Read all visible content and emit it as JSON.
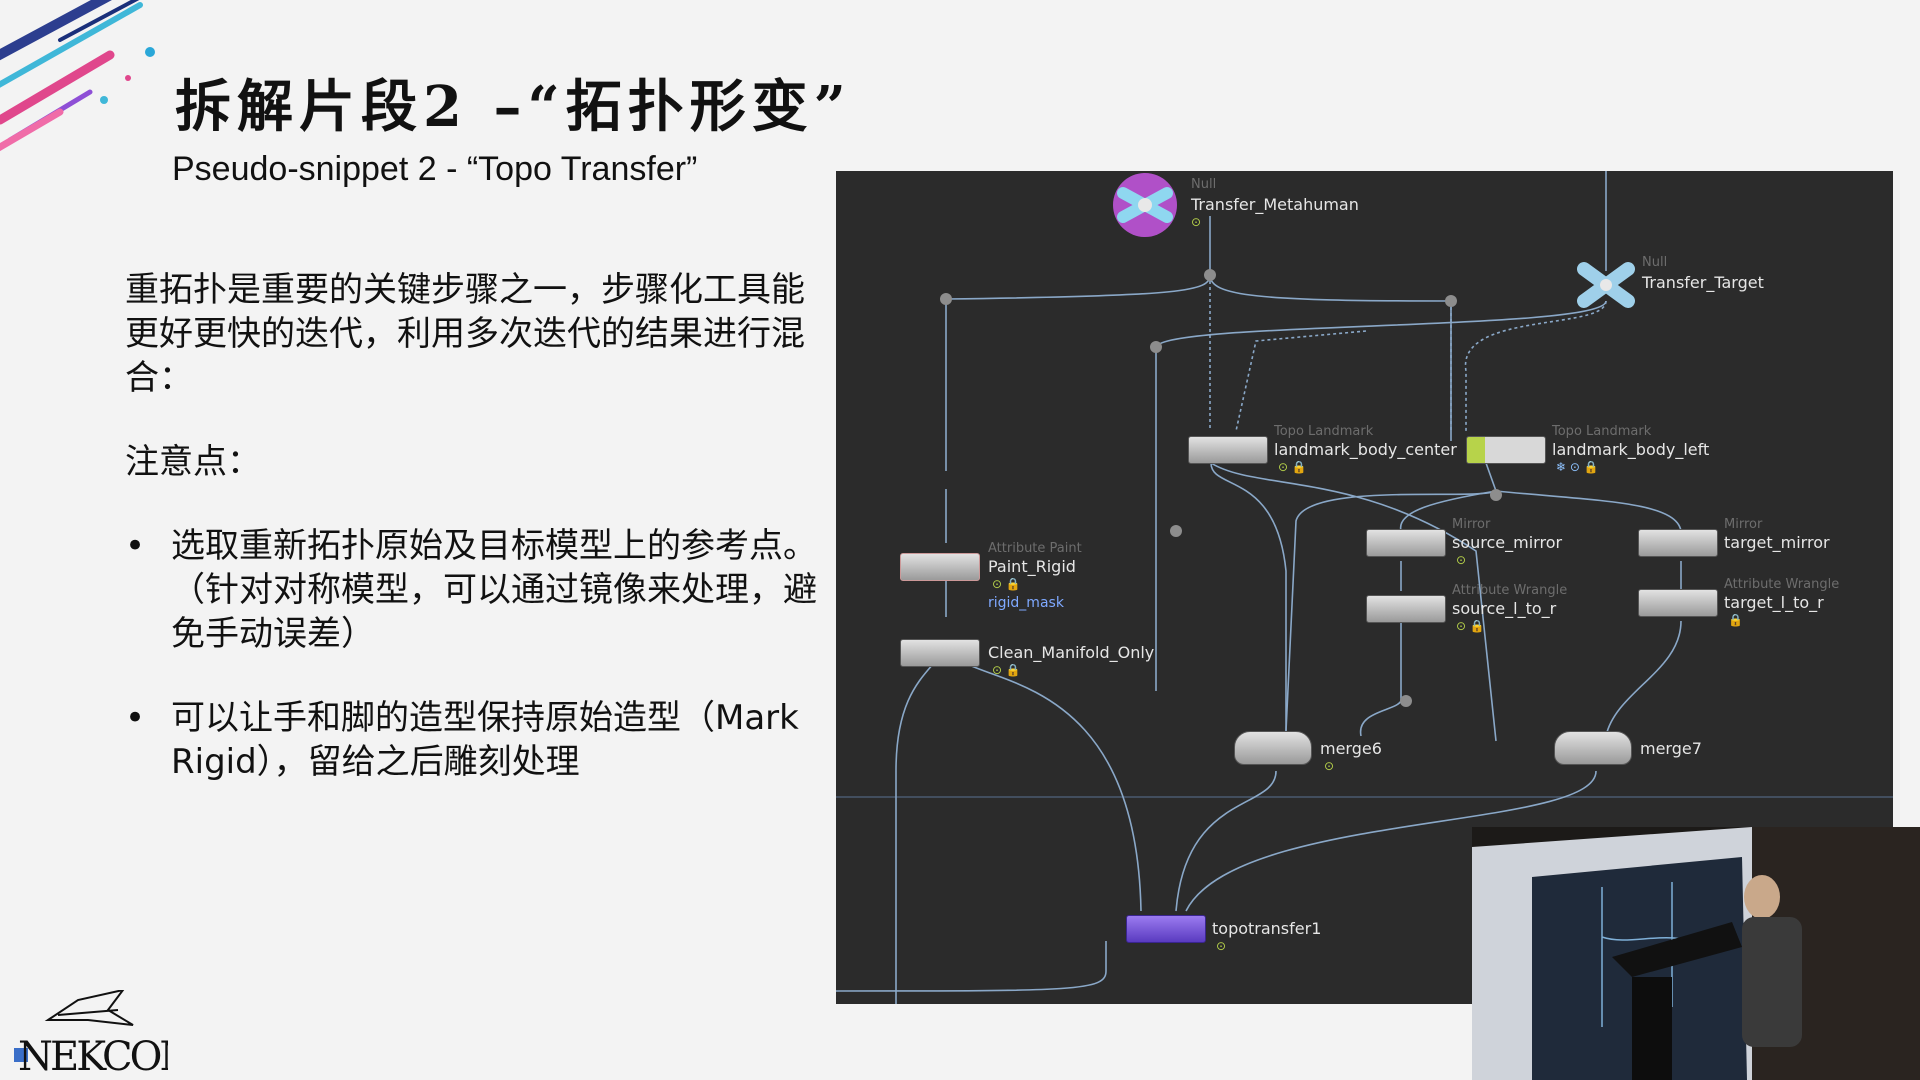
{
  "slide": {
    "title": "拆解片段2 –“拓扑形变”",
    "subtitle": "Pseudo-snippet 2 - “Topo Transfer”",
    "intro": "重拓扑是重要的关键步骤之一，步骤化工具能更好更快的迭代，利用多次迭代的结果进行混合：",
    "notes_heading": "注意点：",
    "bullets": [
      "选取重新拓扑原始及目标模型上的参考点。（针对对称模型，可以通过镜像来处理，避免手动误差）",
      "可以让手和脚的造型保持原始造型（Mark Rigid），留给之后雕刻处理"
    ]
  },
  "graph": {
    "nodes": {
      "transfer_metahuman": {
        "type": "Null",
        "name": "Transfer_Metahuman"
      },
      "transfer_target": {
        "type": "Null",
        "name": "Transfer_Target"
      },
      "landmark_body_center": {
        "type": "Topo Landmark",
        "name": "landmark_body_center"
      },
      "landmark_body_left": {
        "type": "Topo Landmark",
        "name": "landmark_body_left"
      },
      "paint_rigid": {
        "type": "Attribute Paint",
        "name": "Paint_Rigid",
        "extra": "rigid_mask"
      },
      "clean_manifold": {
        "name": "Clean_Manifold_Only"
      },
      "source_mirror": {
        "type": "Mirror",
        "name": "source_mirror"
      },
      "target_mirror": {
        "type": "Mirror",
        "name": "target_mirror"
      },
      "source_l_to_r": {
        "type": "Attribute Wrangle",
        "name": "source_l_to_r"
      },
      "target_l_to_r": {
        "type": "Attribute Wrangle",
        "name": "target_l_to_r"
      },
      "merge6": {
        "name": "merge6"
      },
      "merge7": {
        "name": "merge7"
      },
      "topotransfer1": {
        "name": "topotransfer1"
      }
    }
  },
  "logo": {
    "text": "NEKCOM"
  },
  "colors": {
    "panel_bg": "#2b2b2b",
    "wire": "#8aa8c8",
    "topotransfer": "#7a5ad8",
    "flag_green": "#b7d34a"
  }
}
